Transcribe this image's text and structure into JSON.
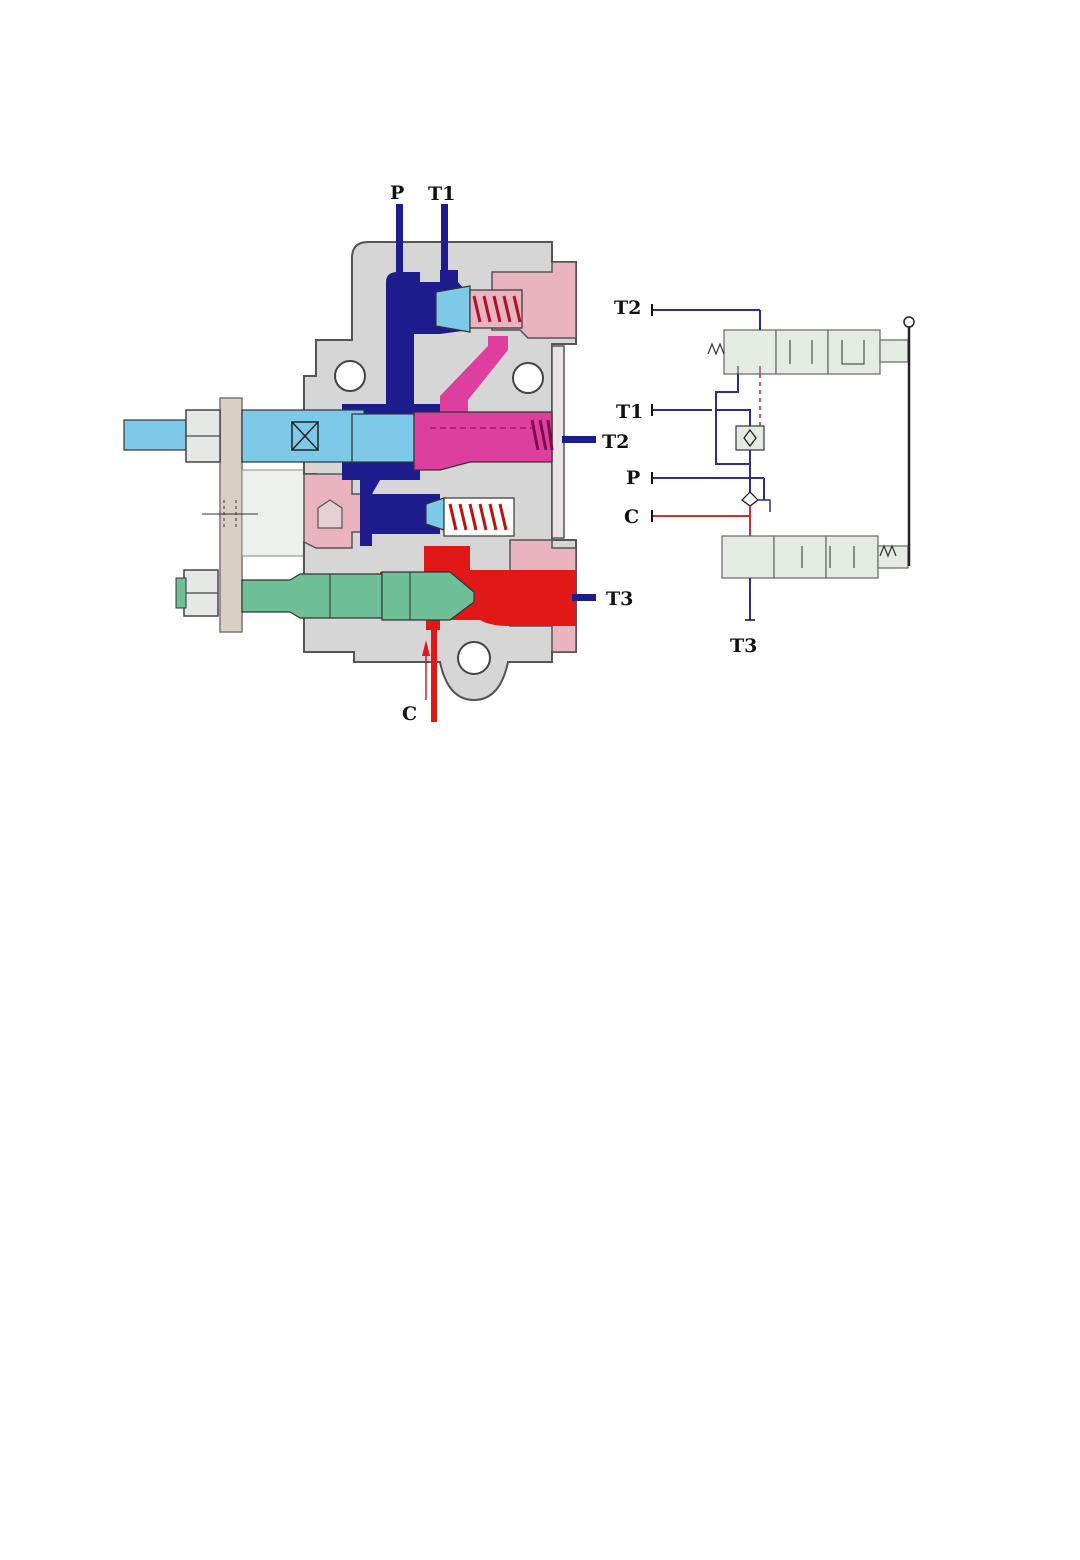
{
  "colors": {
    "body": "#d6d6d6",
    "outline": "#555555",
    "pressure": "#1c1c8c",
    "pilot": "#de3f9e",
    "pilot_light": "#e9b3bf",
    "control": "#e11818",
    "spool_blue": "#7cc9e8",
    "spool_green": "#6fbf98",
    "plate": "#d9cfc5",
    "symbol_box": "#e3ebe3",
    "symbol_line": "#2b2b9a",
    "symbol_red": "#d42a2a"
  },
  "section": {
    "ports": {
      "p": "P",
      "t1": "T1",
      "t2": "T2",
      "t3": "T3",
      "c": "C"
    }
  },
  "symbol": {
    "ports": {
      "t2": "T2",
      "t1": "T1",
      "p": "P",
      "c": "C",
      "t3": "T3"
    }
  }
}
